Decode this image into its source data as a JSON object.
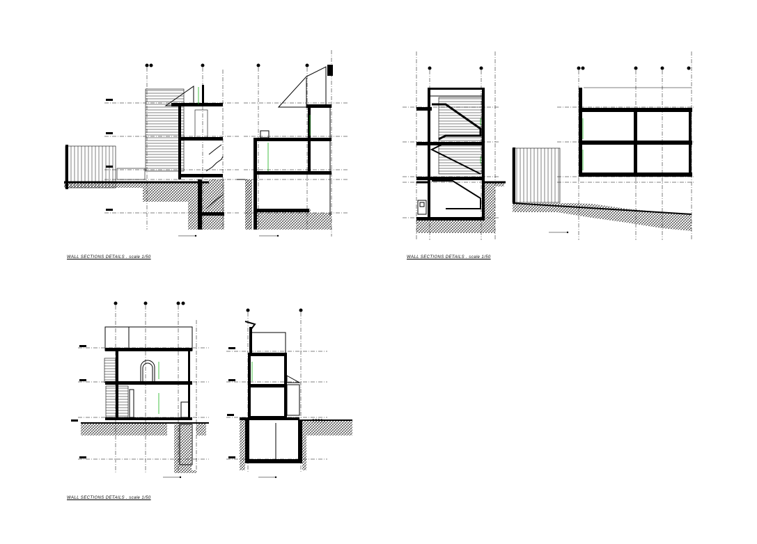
{
  "sheet": {
    "captions": [
      "WALL SECTIONS DETAILS . scale 1/50",
      "WALL SECTIONS DETAILS . scale 1/50",
      "WALL SECTIONS DETAILS . scale 1/50"
    ]
  },
  "colors": {
    "ink": "#000000",
    "accent": "#19b319",
    "paper": "#ffffff"
  }
}
